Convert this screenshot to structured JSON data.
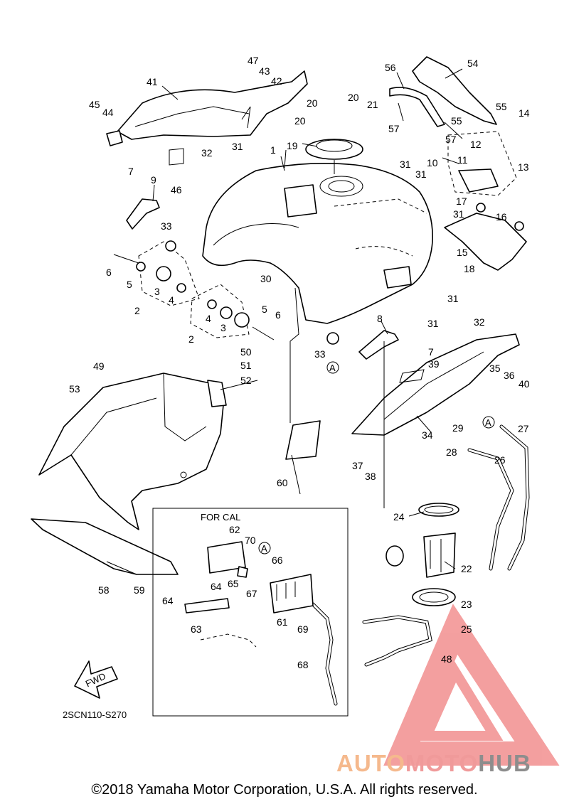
{
  "diagram": {
    "code": "2SCN110-S270",
    "inset_label": "FOR CAL",
    "fwd_label": "FWD",
    "ref_marker": "A",
    "callouts": {
      "n1": "1",
      "n2": "2",
      "n3": "3",
      "n4": "4",
      "n5": "5",
      "n6": "6",
      "n7": "7",
      "n8": "8",
      "n9": "9",
      "n10": "10",
      "n11": "11",
      "n12": "12",
      "n13": "13",
      "n14": "14",
      "n15": "15",
      "n16": "16",
      "n17": "17",
      "n18": "18",
      "n19": "19",
      "n20": "20",
      "n21": "21",
      "n22": "22",
      "n23": "23",
      "n24": "24",
      "n25": "25",
      "n26": "26",
      "n27": "27",
      "n28": "28",
      "n29": "29",
      "n30": "30",
      "n31": "31",
      "n32": "32",
      "n33": "33",
      "n34": "34",
      "n35": "35",
      "n36": "36",
      "n37": "37",
      "n38": "38",
      "n39": "39",
      "n40": "40",
      "n41": "41",
      "n42": "42",
      "n43": "43",
      "n44": "44",
      "n45": "45",
      "n46": "46",
      "n47": "47",
      "n48": "48",
      "n49": "49",
      "n50": "50",
      "n51": "51",
      "n52": "52",
      "n53": "53",
      "n54": "54",
      "n55": "55",
      "n56": "56",
      "n57": "57",
      "n58": "58",
      "n59": "59",
      "n60": "60",
      "n61": "61",
      "n62": "62",
      "n63": "63",
      "n64": "64",
      "n65": "65",
      "n66": "66",
      "n67": "67",
      "n68": "68",
      "n69": "69",
      "n70": "70"
    }
  },
  "watermark": {
    "part1": "AUTO",
    "part2": "MOTO",
    "part3": "HUB",
    "colors": {
      "auto": "#f5b98d",
      "moto": "#f09a9a",
      "hub": "#8d8d8d",
      "logo": "#f08080"
    }
  },
  "copyright": "©2018 Yamaha Motor Corporation, U.S.A. All rights reserved."
}
